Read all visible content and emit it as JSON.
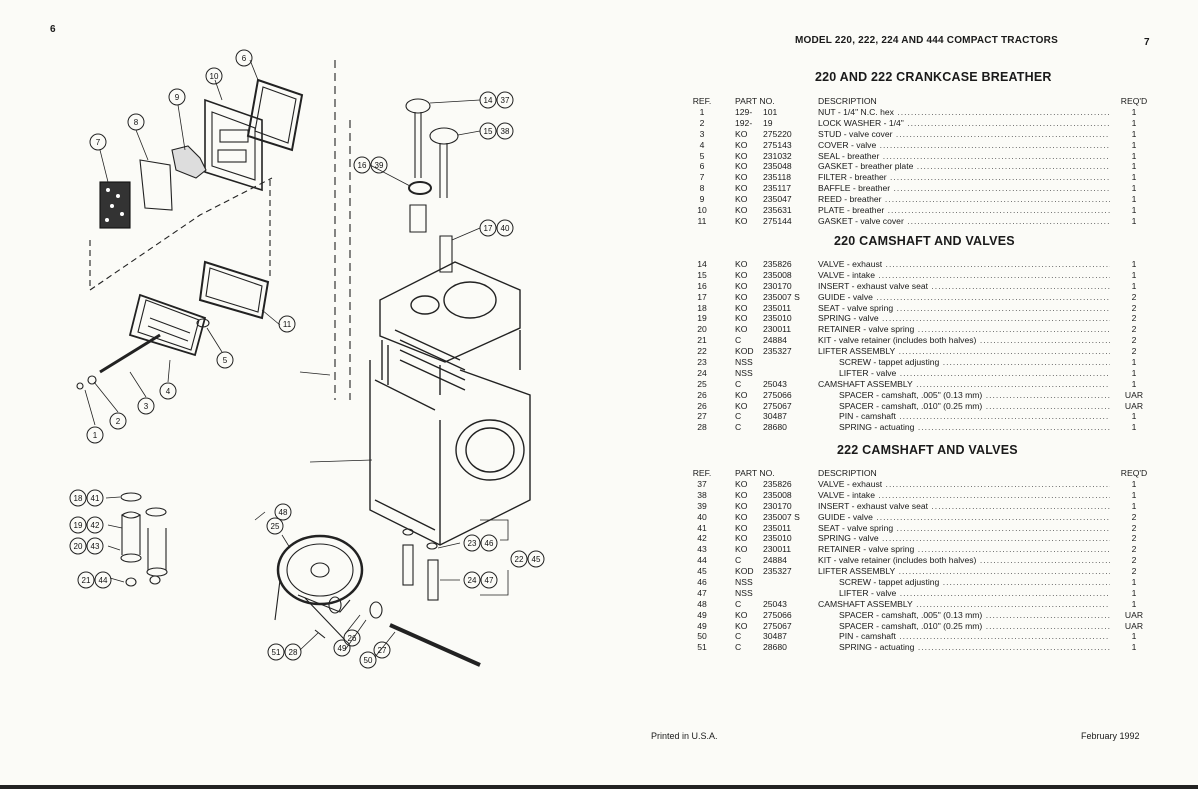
{
  "page": {
    "left_number": "6",
    "right_number": "7"
  },
  "header": {
    "title": "MODEL 220, 222, 224 AND 444 COMPACT TRACTORS"
  },
  "diagram": {
    "callouts": [
      "(6)",
      "(10)",
      "(9)",
      "(8)",
      "(7)",
      "(14)(37)",
      "(15)(38)",
      "(16)(39)",
      "(17)(40)",
      "(11)",
      "(5)",
      "(4)",
      "(3)",
      "(2)",
      "(1)",
      "(18)(41)",
      "(19)(42)",
      "(20)(43)",
      "(21)(44)",
      "(48)",
      "(25)",
      "(23)(46)",
      "(22)(45)",
      "(24)(47)",
      "(26)",
      "(49)",
      "(51)(28)",
      "(50)(27)"
    ]
  },
  "sections": [
    {
      "title": "220 AND 222 CRANKCASE BREATHER",
      "header": {
        "ref": "REF.",
        "part": "PART NO.",
        "desc": "DESCRIPTION",
        "qty": "REQ'D"
      },
      "rows": [
        {
          "ref": "1",
          "pfx": "129-",
          "pno": "101",
          "desc": "NUT - 1/4\" N.C. hex",
          "qty": "1"
        },
        {
          "ref": "2",
          "pfx": "192-",
          "pno": "19",
          "desc": "LOCK WASHER - 1/4\"",
          "qty": "1"
        },
        {
          "ref": "3",
          "pfx": "KO",
          "pno": "275220",
          "desc": "STUD - valve cover",
          "qty": "1"
        },
        {
          "ref": "4",
          "pfx": "KO",
          "pno": "275143",
          "desc": "COVER - valve",
          "qty": "1"
        },
        {
          "ref": "5",
          "pfx": "KO",
          "pno": "231032",
          "desc": "SEAL - breather",
          "qty": "1"
        },
        {
          "ref": "6",
          "pfx": "KO",
          "pno": "235048",
          "desc": "GASKET - breather plate",
          "qty": "1"
        },
        {
          "ref": "7",
          "pfx": "KO",
          "pno": "235118",
          "desc": "FILTER - breather",
          "qty": "1"
        },
        {
          "ref": "8",
          "pfx": "KO",
          "pno": "235117",
          "desc": "BAFFLE - breather",
          "qty": "1"
        },
        {
          "ref": "9",
          "pfx": "KO",
          "pno": "235047",
          "desc": "REED - breather",
          "qty": "1"
        },
        {
          "ref": "10",
          "pfx": "KO",
          "pno": "235631",
          "desc": "PLATE - breather",
          "qty": "1"
        },
        {
          "ref": "11",
          "pfx": "KO",
          "pno": "275144",
          "desc": "GASKET - valve cover",
          "qty": "1"
        }
      ]
    },
    {
      "title": "220 CAMSHAFT AND VALVES",
      "rows": [
        {
          "ref": "14",
          "pfx": "KO",
          "pno": "235826",
          "desc": "VALVE - exhaust",
          "qty": "1"
        },
        {
          "ref": "15",
          "pfx": "KO",
          "pno": "235008",
          "desc": "VALVE - intake",
          "qty": "1"
        },
        {
          "ref": "16",
          "pfx": "KO",
          "pno": "230170",
          "desc": "INSERT - exhaust valve seat",
          "qty": "1"
        },
        {
          "ref": "17",
          "pfx": "KO",
          "pno": "235007 S",
          "desc": "GUIDE - valve",
          "qty": "2"
        },
        {
          "ref": "18",
          "pfx": "KO",
          "pno": "235011",
          "desc": "SEAT - valve spring",
          "qty": "2"
        },
        {
          "ref": "19",
          "pfx": "KO",
          "pno": "235010",
          "desc": "SPRING - valve",
          "qty": "2"
        },
        {
          "ref": "20",
          "pfx": "KO",
          "pno": "230011",
          "desc": "RETAINER - valve spring",
          "qty": "2"
        },
        {
          "ref": "21",
          "pfx": "C",
          "pno": "24884",
          "desc": "KIT - valve retainer (includes both halves)",
          "qty": "2"
        },
        {
          "ref": "22",
          "pfx": "KOD",
          "pno": "235327",
          "desc": "LIFTER ASSEMBLY",
          "qty": "2"
        },
        {
          "ref": "23",
          "pfx": "NSS",
          "pno": "",
          "desc": "SCREW - tappet adjusting",
          "qty": "1",
          "indent": true
        },
        {
          "ref": "24",
          "pfx": "NSS",
          "pno": "",
          "desc": "LIFTER - valve",
          "qty": "1",
          "indent": true
        },
        {
          "ref": "25",
          "pfx": "C",
          "pno": "25043",
          "desc": "CAMSHAFT ASSEMBLY",
          "qty": "1"
        },
        {
          "ref": "26",
          "pfx": "KO",
          "pno": "275066",
          "desc": "SPACER - camshaft, .005\" (0.13 mm)",
          "qty": "UAR",
          "indent": true
        },
        {
          "ref": "26",
          "pfx": "KO",
          "pno": "275067",
          "desc": "SPACER - camshaft, .010\" (0.25 mm)",
          "qty": "UAR",
          "indent": true
        },
        {
          "ref": "27",
          "pfx": "C",
          "pno": "30487",
          "desc": "PIN - camshaft",
          "qty": "1",
          "indent": true
        },
        {
          "ref": "28",
          "pfx": "C",
          "pno": "28680",
          "desc": "SPRING - actuating",
          "qty": "1",
          "indent": true
        }
      ]
    },
    {
      "title": "222 CAMSHAFT AND VALVES",
      "header": {
        "ref": "REF.",
        "part": "PART NO.",
        "desc": "DESCRIPTION",
        "qty": "REQ'D"
      },
      "rows": [
        {
          "ref": "37",
          "pfx": "KO",
          "pno": "235826",
          "desc": "VALVE - exhaust",
          "qty": "1"
        },
        {
          "ref": "38",
          "pfx": "KO",
          "pno": "235008",
          "desc": "VALVE - intake",
          "qty": "1"
        },
        {
          "ref": "39",
          "pfx": "KO",
          "pno": "230170",
          "desc": "INSERT - exhaust valve seat",
          "qty": "1"
        },
        {
          "ref": "40",
          "pfx": "KO",
          "pno": "235007 S",
          "desc": "GUIDE - valve",
          "qty": "2"
        },
        {
          "ref": "41",
          "pfx": "KO",
          "pno": "235011",
          "desc": "SEAT - valve spring",
          "qty": "2"
        },
        {
          "ref": "42",
          "pfx": "KO",
          "pno": "235010",
          "desc": "SPRING - valve",
          "qty": "2"
        },
        {
          "ref": "43",
          "pfx": "KO",
          "pno": "230011",
          "desc": "RETAINER - valve spring",
          "qty": "2"
        },
        {
          "ref": "44",
          "pfx": "C",
          "pno": "24884",
          "desc": "KIT - valve retainer (includes both halves)",
          "qty": "2"
        },
        {
          "ref": "45",
          "pfx": "KOD",
          "pno": "235327",
          "desc": "LIFTER ASSEMBLY",
          "qty": "2"
        },
        {
          "ref": "46",
          "pfx": "NSS",
          "pno": "",
          "desc": "SCREW - tappet adjusting",
          "qty": "1",
          "indent": true
        },
        {
          "ref": "47",
          "pfx": "NSS",
          "pno": "",
          "desc": "LIFTER - valve",
          "qty": "1",
          "indent": true
        },
        {
          "ref": "48",
          "pfx": "C",
          "pno": "25043",
          "desc": "CAMSHAFT ASSEMBLY",
          "qty": "1"
        },
        {
          "ref": "49",
          "pfx": "KO",
          "pno": "275066",
          "desc": "SPACER - camshaft, .005\" (0.13 mm)",
          "qty": "UAR",
          "indent": true
        },
        {
          "ref": "49",
          "pfx": "KO",
          "pno": "275067",
          "desc": "SPACER - camshaft, .010\" (0.25 mm)",
          "qty": "UAR",
          "indent": true
        },
        {
          "ref": "50",
          "pfx": "C",
          "pno": "30487",
          "desc": "PIN - camshaft",
          "qty": "1",
          "indent": true
        },
        {
          "ref": "51",
          "pfx": "C",
          "pno": "28680",
          "desc": "SPRING - actuating",
          "qty": "1",
          "indent": true
        }
      ]
    }
  ],
  "footer": {
    "printed": "Printed in U.S.A.",
    "date": "February 1992"
  }
}
